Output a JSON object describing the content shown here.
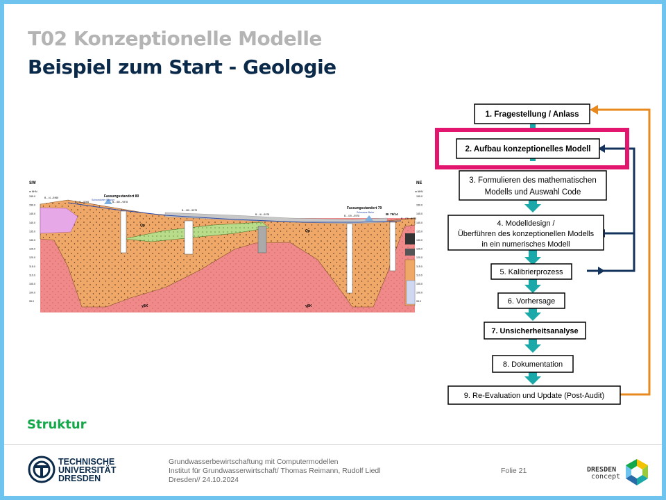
{
  "header": {
    "title_gray": "T02 Konzeptionelle Modelle",
    "title_blue": "Beispiel zum Start - Geologie"
  },
  "section_label": "Struktur",
  "flow_steps": [
    "1. Fragestellung / Anlass",
    "2. Aufbau konzeptionelles Modell",
    "3. Formulieren des mathematischen",
    "Modells und Auswahl Code",
    "4. Modelldesign /",
    "Überführen des konzeptionellen Modells",
    "in ein numerisches Modell",
    "5. Kalibrierprozess",
    "6. Vorhersage",
    "7. Unsicherheitsanalyse",
    "8. Dokumentation",
    "9. Re-Evaluation und Update (Post-Audit)"
  ],
  "geology": {
    "dir_left": "SW",
    "dir_right": "NE",
    "unit": "m NHN",
    "ticks": [
      "155.0",
      "150.0",
      "145.0",
      "140.0",
      "135.0",
      "130.0",
      "125.0",
      "120.0",
      "115.0",
      "110.0",
      "105.0",
      "100.0",
      "95.0"
    ],
    "site1": "Fassungsstandort 80",
    "site2": "Fassungsstandort 79",
    "stream1": "Schwedorfer Wasser",
    "stream2": "Schwarze Baier",
    "well": "Br 79/14",
    "unit_qp": "Qp",
    "unit_gk": "γβK",
    "boreholes": [
      "B..../4.../1965",
      "B..../1.../2006",
      "B..../80.../1978",
      "B..../80.../1978",
      "B..../6.../1978",
      "B..../19.../1978",
      "B..../76.../1978"
    ]
  },
  "footer": {
    "line1": "Grundwasserbewirtschaftung mit Computermodellen",
    "line2": "Institut für Grundwasserwirtschaft/ Thomas Reimann, Rudolf Liedl",
    "line3": "Dresden// 24.10.2024",
    "slide_no": "Folie 21"
  },
  "logos": {
    "tud_line1": "TECHNISCHE",
    "tud_line2": "UNIVERSITÄT",
    "tud_line3": "DRESDEN",
    "dd_line1": "DRESDEN",
    "dd_line2": "concept"
  },
  "colors": {
    "highlight": "#e2156f",
    "arrow_teal": "#1aa8a8",
    "arrow_orange": "#e8891e",
    "arrow_navy": "#13335c",
    "title_navy": "#0b2a4a",
    "title_gray": "#b4b4b4",
    "section_green": "#14a84b"
  }
}
